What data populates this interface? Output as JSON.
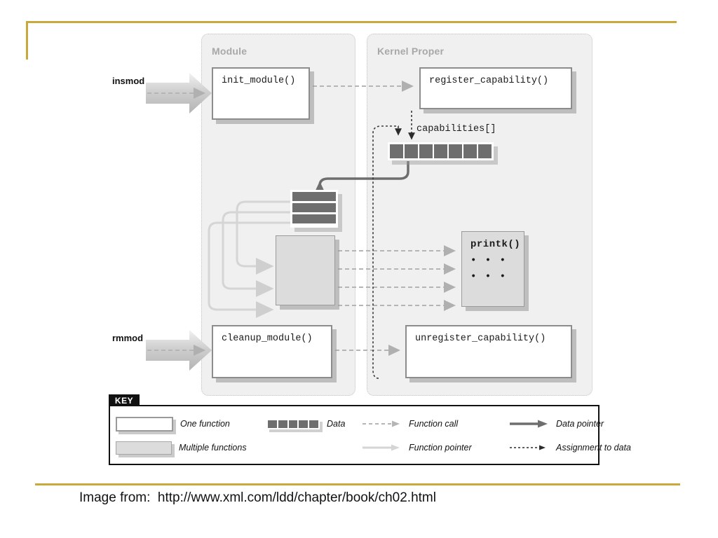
{
  "slide": {
    "caption": "Image from:  http://www.xml.com/ldd/chapter/book/ch02.html",
    "accent_color": "#c9a93c"
  },
  "diagram": {
    "panels": [
      {
        "title": "Module"
      },
      {
        "title": "Kernel Proper"
      }
    ],
    "commands": [
      {
        "label": "insmod"
      },
      {
        "label": "rmmod"
      }
    ],
    "boxes": {
      "init_module": "init_module()",
      "register_capability": "register_capability()",
      "cleanup_module": "cleanup_module()",
      "unregister_capability": "unregister_capability()",
      "printk_title": "printk()",
      "printk_dots_1": "• • •",
      "printk_dots_2": "• • •"
    },
    "data": {
      "capabilities_label": "capabilities[]",
      "capabilities_cells": 7,
      "stack_rows": 3
    }
  },
  "key": {
    "tab_label": "KEY",
    "entries": [
      {
        "swatch": "one-function",
        "label": "One function"
      },
      {
        "swatch": "data-array",
        "label": "Data"
      },
      {
        "swatch": "function-call",
        "label": "Function call"
      },
      {
        "swatch": "data-pointer",
        "label": "Data pointer"
      },
      {
        "swatch": "multiple-functions",
        "label": "Multiple functions"
      },
      {
        "swatch": "blank",
        "label": ""
      },
      {
        "swatch": "function-pointer",
        "label": "Function pointer"
      },
      {
        "swatch": "assignment",
        "label": "Assignment to data"
      }
    ]
  }
}
